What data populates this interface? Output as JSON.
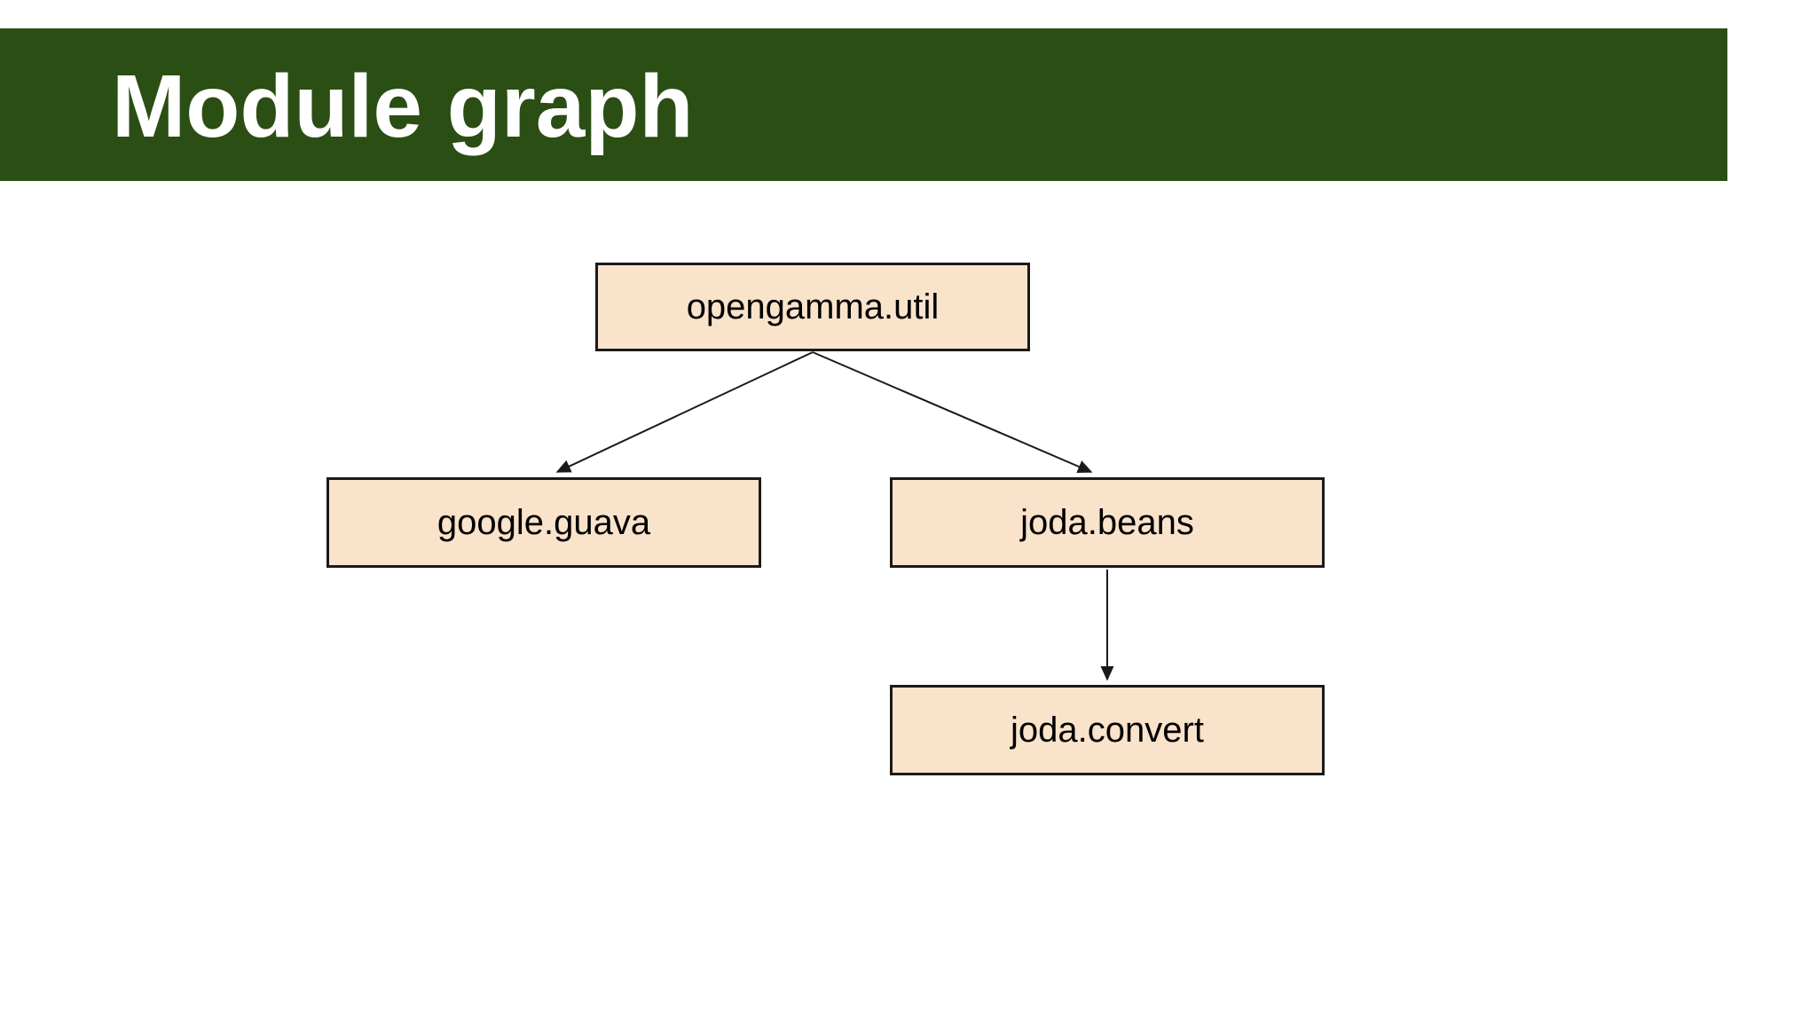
{
  "slide": {
    "title": "Module graph"
  },
  "diagram": {
    "nodes": [
      {
        "id": "opengamma.util",
        "label": "opengamma.util"
      },
      {
        "id": "google.guava",
        "label": "google.guava"
      },
      {
        "id": "joda.beans",
        "label": "joda.beans"
      },
      {
        "id": "joda.convert",
        "label": "joda.convert"
      }
    ],
    "edges": [
      {
        "from": "opengamma.util",
        "to": "google.guava"
      },
      {
        "from": "opengamma.util",
        "to": "joda.beans"
      },
      {
        "from": "joda.beans",
        "to": "joda.convert"
      }
    ]
  },
  "colors": {
    "header_bg": "#2A4E13",
    "header_text": "#FFFFFF",
    "node_fill": "#FAE3CB",
    "node_border": "#1A1A1A",
    "edge": "#1A1A1A",
    "background": "#FFFFFF"
  }
}
